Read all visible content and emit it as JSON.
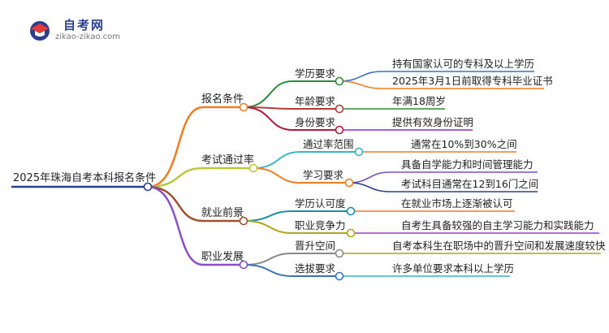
{
  "logo": {
    "title": "自考网",
    "url": "zikao-zikao.com"
  },
  "mindmap": {
    "root": "2025年珠海自考本科报名条件",
    "branches": [
      {
        "label": "报名条件",
        "color": "#f07d22",
        "children": [
          {
            "label": "学历要求",
            "color": "#2e8b3a",
            "leaves": [
              {
                "label": "持有国家认可的专科及以上学历",
                "color": "#3a73b6"
              },
              {
                "label": "2025年3月1日前取得专科毕业证书",
                "color": "#f07d22"
              }
            ]
          },
          {
            "label": "年龄要求",
            "color": "#b23b3b",
            "leaves": [
              {
                "label": "年满18周岁",
                "color": "#2e8b3a"
              }
            ]
          },
          {
            "label": "身份要求",
            "color": "#b5193a",
            "leaves": [
              {
                "label": "提供有效身份证明",
                "color": "#8b2fc9"
              }
            ]
          }
        ]
      },
      {
        "label": "考试通过率",
        "color": "#b8c83a",
        "children": [
          {
            "label": "通过率范围",
            "color": "#35b6c6",
            "leaves": [
              {
                "label": "通常在10%到30%之间",
                "color": "#f07d22"
              }
            ]
          },
          {
            "label": "学习要求",
            "color": "#f07d22",
            "leaves": [
              {
                "label": "具备自学能力和时间管理能力",
                "color": "#7b4fc9"
              },
              {
                "label": "考试科目通常在12到16门之间",
                "color": "#2b3f8f"
              }
            ]
          }
        ]
      },
      {
        "label": "就业前景",
        "color": "#a0522d",
        "children": [
          {
            "label": "学历认可度",
            "color": "#1e8fa8",
            "leaves": [
              {
                "label": "在就业市场上逐渐被认可",
                "color": "#f07d22"
              }
            ]
          },
          {
            "label": "职业竞争力",
            "color": "#b5a319",
            "leaves": [
              {
                "label": "自考生具备较强的自主学习能力和实践能力",
                "color": "#9b3fc9"
              }
            ]
          }
        ]
      },
      {
        "label": "职业发展",
        "color": "#8b4fc9",
        "children": [
          {
            "label": "晋升空间",
            "color": "#888888",
            "leaves": [
              {
                "label": "自考本科生在职场中的晋升空间和发展速度较快",
                "color": "#b5a319"
              }
            ]
          },
          {
            "label": "选拔要求",
            "color": "#3a73b6",
            "leaves": [
              {
                "label": "许多单位要求本科以上学历",
                "color": "#35b6c6"
              }
            ]
          }
        ]
      }
    ]
  }
}
